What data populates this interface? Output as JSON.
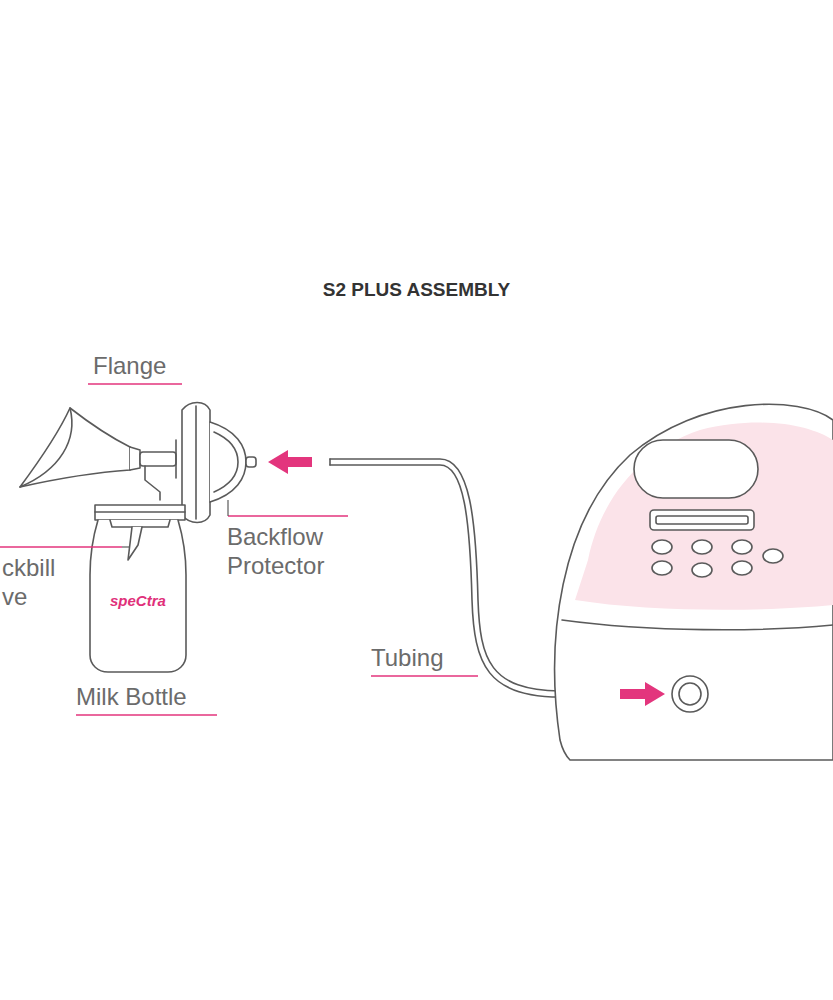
{
  "diagram": {
    "title": "S2 PLUS ASSEMBLY",
    "labels": [
      "Flange",
      "ckbill ve",
      "Backflow Protector",
      "speCtra",
      "Tubing",
      "Milk Bottle"
    ]
  }
}
